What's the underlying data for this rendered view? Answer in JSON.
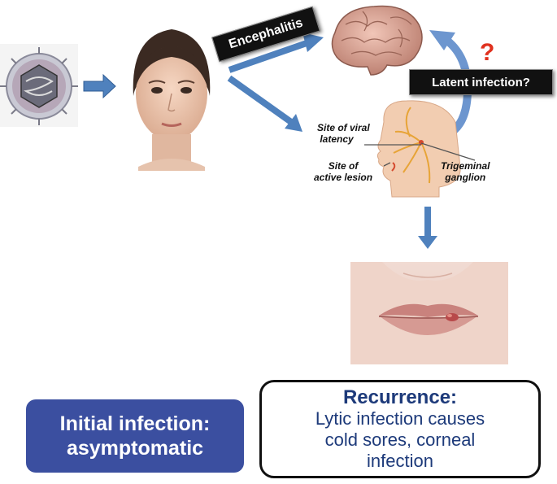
{
  "labels": {
    "encephalitis": "Encephalitis",
    "latent_infection": "Latent infection?",
    "question_mark": "?",
    "site_viral_latency": [
      "Site of viral",
      "latency"
    ],
    "site_active_lesion": [
      "Site of",
      "active lesion"
    ],
    "trigeminal_ganglion": [
      "Trigeminal",
      "ganglion"
    ]
  },
  "initial_box": {
    "lines": [
      "Initial infection:",
      "asymptomatic"
    ],
    "color": "#3b4fa0"
  },
  "recurrence_box": {
    "title": "Recurrence:",
    "lines": [
      "Lytic infection causes",
      "cold sores, corneal",
      "infection"
    ]
  },
  "colors": {
    "arrow": "#4f81bd",
    "question": "#e0311e",
    "text_blue": "#1d3a7a"
  },
  "icons": [
    "virus-diagram",
    "face-photo",
    "brain-illustration",
    "head-nerve-illustration",
    "lips-cold-sore-photo"
  ]
}
